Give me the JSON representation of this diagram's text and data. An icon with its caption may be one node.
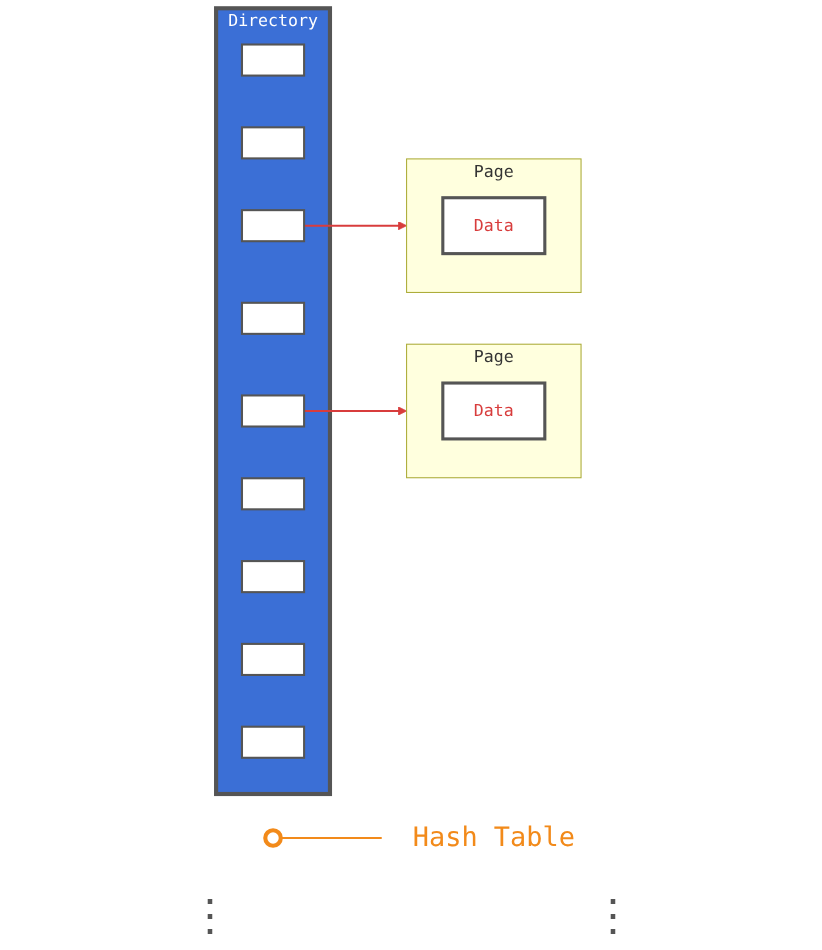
{
  "diagram": {
    "nodes": [
      {
        "text": [
          "Directory"
        ]
      },
      {
        "text": [],
        "shape": "box",
        "in": 0
      },
      {
        "text": [],
        "shape": "box",
        "in": 0
      },
      {
        "text": [],
        "shape": "box",
        "in": 0
      },
      {
        "text": [],
        "shape": "box",
        "in": 0
      },
      {
        "text": [],
        "shape": "box",
        "in": 0
      },
      {
        "text": [],
        "shape": "box",
        "in": 0
      },
      {
        "text": [],
        "shape": "box",
        "in": 0
      },
      {
        "text": [],
        "shape": "box",
        "in": 0
      },
      {
        "text": [],
        "shape": "box",
        "in": 0
      },
      {
        "text": [
          "Page"
        ]
      },
      {
        "text": [
          "Data"
        ],
        "in": 10
      },
      {
        "text": [
          "Page"
        ]
      },
      {
        "text": [
          "Data"
        ],
        "in": 12
      },
      {
        "text": [],
        "shape": "circle"
      },
      {
        "text": [
          "Hash Table"
        ]
      }
    ],
    "edges": [
      {
        "from": 3,
        "to": 12,
        "arrow": "to"
      },
      {
        "from": 5,
        "to": 10,
        "arrow": "to"
      },
      {
        "from": 14,
        "to": 15,
        "arrow": "none",
        "color": "#f28a1a"
      }
    ],
    "labels": [
      "⋮",
      "⋮"
    ]
  }
}
